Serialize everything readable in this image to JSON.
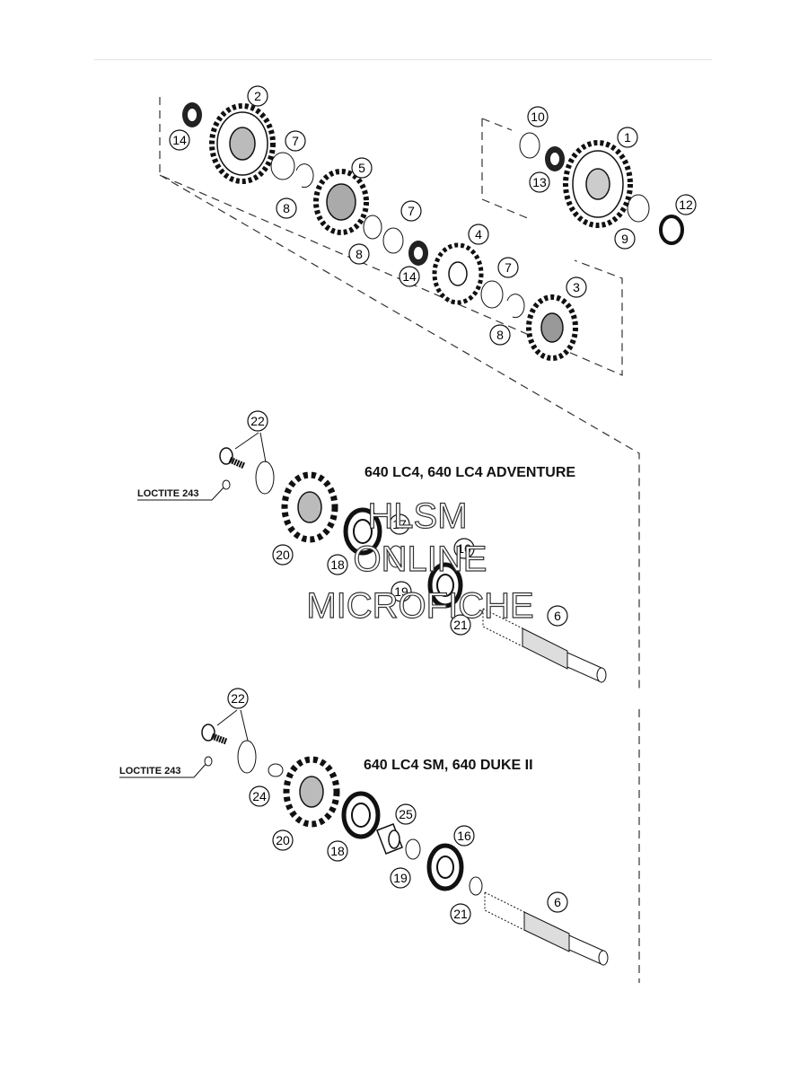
{
  "callouts": {
    "n1": "1",
    "n2": "2",
    "n3": "3",
    "n4": "4",
    "n5": "5",
    "n6": "6",
    "n7": "7",
    "n8": "8",
    "n9": "9",
    "n10": "10",
    "n12": "12",
    "n13": "13",
    "n14": "14",
    "n16": "16",
    "n17": "17",
    "n18": "18",
    "n19": "19",
    "n20": "20",
    "n21": "21",
    "n22": "22",
    "n24": "24",
    "n25": "25"
  },
  "variants": {
    "upper": {
      "title": "640 LC4, 640 LC4 ADVENTURE",
      "loctite": "LOCTITE 243"
    },
    "lower": {
      "title": "640 LC4 SM, 640 DUKE II",
      "loctite": "LOCTITE 243"
    }
  },
  "watermark": {
    "line1": "HLSM",
    "line2": "ONLINE",
    "line3": "MICROFICHE"
  }
}
